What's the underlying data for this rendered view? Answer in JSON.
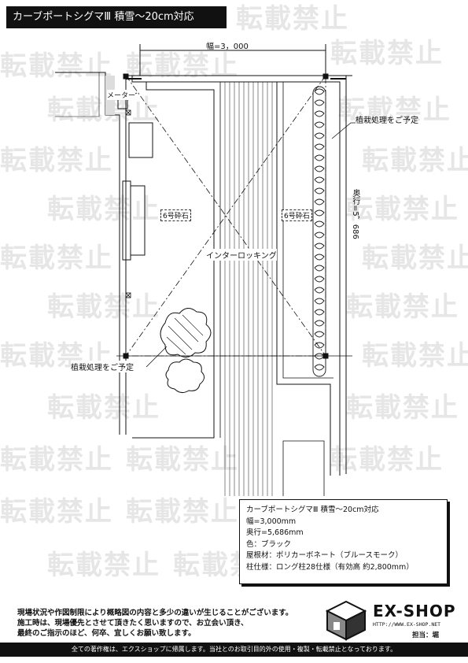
{
  "title": "カーブポートシグマⅢ 積雪～20cm対応",
  "watermark": "転載禁止",
  "plan_labels": {
    "width_dim": "幅=3，000",
    "depth_dim": "奥行=5，686",
    "meter": "メーター",
    "planting_right": "植栽処理をご予定",
    "planting_left": "植栽処理をご予定",
    "gravel_left": "6号砕石",
    "gravel_right": "6号砕石",
    "interlocking": "インターロッキング"
  },
  "specs": [
    "カーブポートシグマⅢ 積雪～20cm対応",
    "幅=3,000mm",
    "奥行=5,686mm",
    "色：ブラック",
    "屋根材：ポリカーボネート（ブルースモーク）",
    "柱仕様：ロング柱28仕様（有効高 約2,800mm）"
  ],
  "notes": [
    "現場状況や作図制限により概略図の内容と多少の違いが生じることがございます。",
    "施工時は、現場優先とさせて頂きたく思いますので、お立会い頂き、",
    "最終のご指示のほど、何卒、宜しくお願い致します。"
  ],
  "logo": {
    "name": "EX-SHOP",
    "url": "HTTP://WWW.EX-SHOP.NET",
    "staff": "担当：堀"
  },
  "footer": "全ての著作権は、エクスショップに帰属します。当社とのお取引目的外の使用・複製・転載禁止となっております。",
  "colors": {
    "ink": "#111111",
    "watermark": "#e6e6e6",
    "background": "#ffffff"
  }
}
